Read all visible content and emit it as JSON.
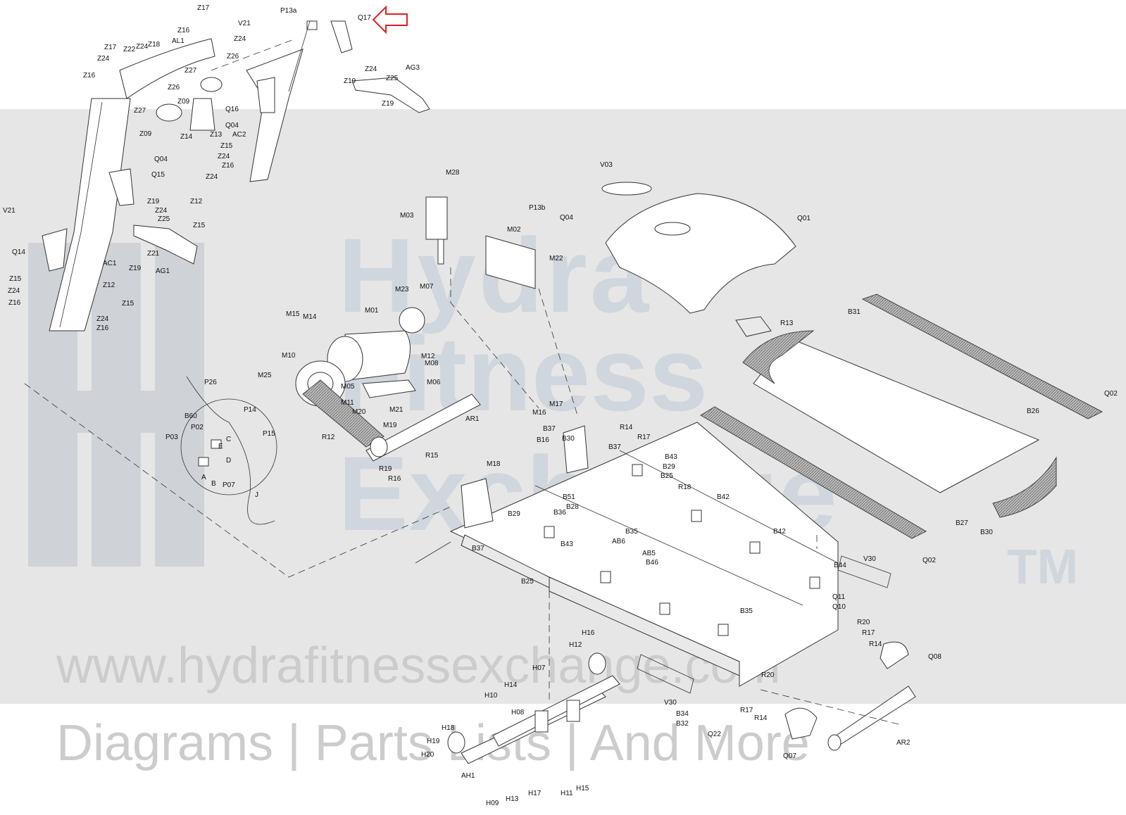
{
  "watermark": {
    "brand_lines": [
      "Hydra",
      "Fitness",
      "Exchange"
    ],
    "trademark": "TM",
    "url": "www.hydrafitnessexchange.com",
    "tagline": "Diagrams | Parts Lists | And More"
  },
  "callout": {
    "highlighted_part": "Q17",
    "arrow_color": "#e02020"
  },
  "labels": [
    "Z17",
    "P13a",
    "V21",
    "Q17",
    "Z16",
    "Z24",
    "Z17",
    "Z22",
    "Z24",
    "Z18",
    "AL1",
    "Z24",
    "Z26",
    "Z16",
    "Z27",
    "Z26",
    "Z09",
    "Z27",
    "Z09",
    "Z14",
    "Z13",
    "Q16",
    "Q04",
    "AC2",
    "Z24",
    "AG3",
    "Z25",
    "Z19",
    "Z19",
    "Q04",
    "Q15",
    "Z15",
    "Z24",
    "Z16",
    "Z24",
    "Z12",
    "Z15",
    "V21",
    "Z19",
    "Z24",
    "Z25",
    "Q14",
    "Z21",
    "Z19",
    "AG1",
    "AC1",
    "Z15",
    "Z24",
    "Z16",
    "Z12",
    "Z15",
    "Z24",
    "Z16",
    "M28",
    "V03",
    "M03",
    "P13b",
    "Q04",
    "Q01",
    "M02",
    "M22",
    "M23",
    "M07",
    "M15",
    "M14",
    "M01",
    "M10",
    "M12",
    "M08",
    "M25",
    "M06",
    "M05",
    "M11",
    "M20",
    "M21",
    "M19",
    "AR1",
    "R12",
    "R19",
    "R15",
    "R16",
    "P26",
    "P14",
    "B60",
    "P15",
    "P02",
    "P03",
    "C",
    "E",
    "D",
    "A",
    "B",
    "P07",
    "J",
    "M17",
    "M16",
    "B37",
    "B30",
    "B16",
    "R14",
    "R17",
    "B37",
    "B43",
    "B29",
    "B25",
    "M18",
    "B51",
    "B28",
    "B36",
    "R18",
    "B42",
    "B29",
    "B37",
    "B43",
    "B35",
    "AB6",
    "AB5",
    "B46",
    "B25",
    "B42",
    "B44",
    "V30",
    "Q11",
    "Q10",
    "B35",
    "R20",
    "R17",
    "R14",
    "R13",
    "B31",
    "Q02",
    "B26",
    "B27",
    "B30",
    "Q02",
    "Q08",
    "H16",
    "H12",
    "H07",
    "H14",
    "H10",
    "H08",
    "H18",
    "H19",
    "H20",
    "AH1",
    "H09",
    "H13",
    "H17",
    "H11",
    "H15",
    "V30",
    "B34",
    "B32",
    "Q22",
    "R17",
    "R20",
    "R14",
    "Q07",
    "AR2"
  ]
}
